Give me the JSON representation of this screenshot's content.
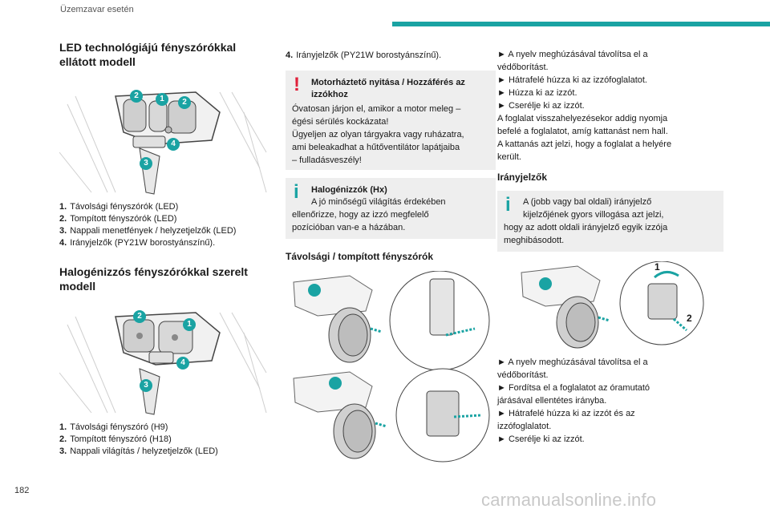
{
  "header": {
    "title": "Üzemzavar esetén",
    "accent_color": "#1aa3a3"
  },
  "page_number": "182",
  "watermark": "carmanualsonline.info",
  "col1": {
    "led_title": "LED technológiájú fényszórókkal ellátott modell",
    "led_callouts": [
      "2",
      "1",
      "2",
      "4",
      "3"
    ],
    "led_items": [
      {
        "num": "1.",
        "text": "Távolsági fényszórók (LED)"
      },
      {
        "num": "2.",
        "text": "Tompított fényszórók (LED)"
      },
      {
        "num": "3.",
        "text": "Nappali menetfények / helyzetjelzők (LED)"
      },
      {
        "num": "4.",
        "text": "Irányjelzők (PY21W borostyánszínű)."
      }
    ],
    "halogen_title": "Halogénizzós fényszórókkal szerelt modell",
    "halogen_callouts": [
      "2",
      "1",
      "4",
      "3"
    ],
    "halogen_items": [
      {
        "num": "1.",
        "text": "Távolsági fényszóró (H9)"
      },
      {
        "num": "2.",
        "text": "Tompított fényszóró (H18)"
      },
      {
        "num": "3.",
        "text": "Nappali világítás / helyzetjelzők (LED)"
      }
    ]
  },
  "col2": {
    "item4": {
      "num": "4.",
      "text": "Irányjelzők (PY21W borostyánszínű)."
    },
    "warning": {
      "title": "Motorháztető nyitása / Hozzáférés az izzókhoz",
      "lines": [
        "Óvatosan járjon el, amikor a motor meleg –",
        "égési sérülés kockázata!",
        "Ügyeljen az olyan tárgyakra vagy ruházatra,",
        "ami beleakadhat a hűtőventilátor lapátjaiba",
        "– fulladásveszély!"
      ]
    },
    "info": {
      "title": "Halogénizzók (Hx)",
      "lines": [
        "A jó minőségű világítás érdekében",
        "ellenőrizze, hogy az izzó megfelelő",
        "pozícióban van-e a házában."
      ]
    },
    "subheading": "Távolsági / tompított fényszórók"
  },
  "col3": {
    "steps1": [
      "► A nyelv meghúzásával távolítsa el a",
      "védőborítást.",
      "► Hátrafelé húzza ki az izzófoglalatot.",
      "► Húzza ki az izzót.",
      "► Cserélje ki az izzót.",
      "A foglalat visszahelyezésekor addig nyomja",
      "befelé a foglalatot, amíg kattanást nem hall.",
      "A kattanás azt jelzi, hogy a foglalat a helyére",
      "került."
    ],
    "subheading": "Irányjelzők",
    "info": {
      "lines": [
        "A (jobb vagy bal oldali) irányjelző",
        "kijelzőjének gyors villogása azt jelzi,",
        "hogy az adott oldali irányjelző egyik izzója",
        "meghibásodott."
      ]
    },
    "fig_callouts": [
      "1",
      "2"
    ],
    "steps2": [
      "► A nyelv meghúzásával távolítsa el a",
      "védőborítást.",
      "► Fordítsa el a foglalatot az óramutató",
      "járásával ellentétes irányba.",
      "► Hátrafelé húzza ki az izzót és az",
      "izzófoglalatot.",
      "► Cserélje ki az izzót."
    ]
  }
}
